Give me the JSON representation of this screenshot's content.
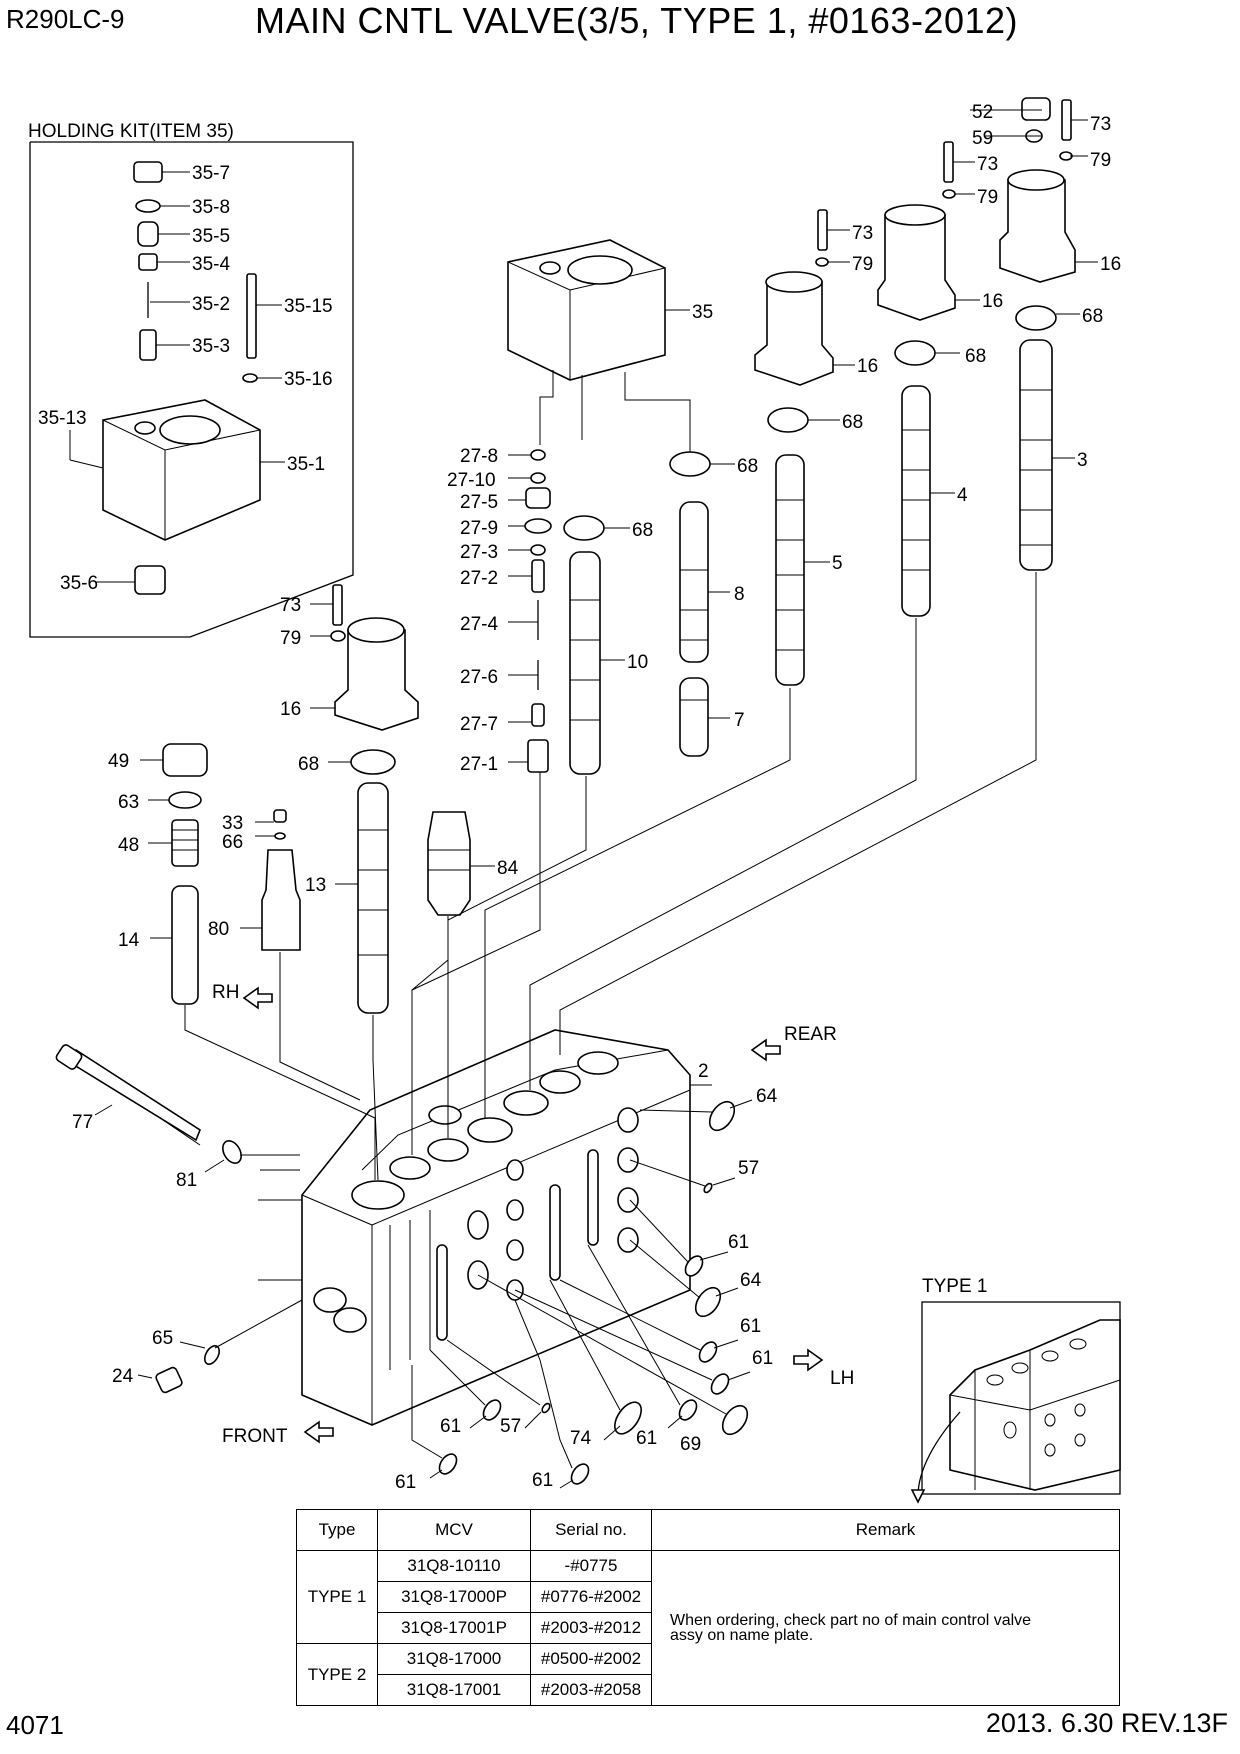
{
  "header": {
    "model": "R290LC-9",
    "title": "MAIN CNTL VALVE(3/5, TYPE 1, #0163-2012)"
  },
  "footer": {
    "page_number": "4071",
    "revision": "2013. 6.30  REV.13F"
  },
  "holding_kit": {
    "title": "HOLDING KIT(ITEM 35)",
    "labels": [
      "35-7",
      "35-8",
      "35-5",
      "35-4",
      "35-2",
      "35-15",
      "35-3",
      "35-16",
      "35-13",
      "35-1",
      "35-6"
    ]
  },
  "callouts": {
    "c52": "52",
    "c59": "59",
    "c73a": "73",
    "c79a": "79",
    "c73b": "73",
    "c79b": "79",
    "c16a": "16",
    "c73c": "73",
    "c79c": "79",
    "c16b": "16",
    "c68a": "68",
    "c16c": "16",
    "c68b": "68",
    "c68c": "68",
    "c3": "3",
    "c4": "4",
    "c5": "5",
    "c35": "35",
    "c68d": "68",
    "c68e": "68",
    "c278": "27-8",
    "c2710": "27-10",
    "c275": "27-5",
    "c279": "27-9",
    "c273": "27-3",
    "c272": "27-2",
    "c274": "27-4",
    "c276": "27-6",
    "c277": "27-7",
    "c271": "27-1",
    "c8": "8",
    "c7": "7",
    "c10": "10",
    "c73d": "73",
    "c79d": "79",
    "c16d": "16",
    "c68f": "68",
    "c13": "13",
    "c84": "84",
    "c49": "49",
    "c63": "63",
    "c33": "33",
    "c66": "66",
    "c48": "48",
    "c80": "80",
    "c14": "14",
    "c77": "77",
    "c81": "81",
    "c2": "2",
    "c64a": "64",
    "c57a": "57",
    "c61a": "61",
    "c64b": "64",
    "c61b": "61",
    "c61c": "61",
    "c65": "65",
    "c24": "24",
    "c61d": "61",
    "c57b": "57",
    "c74": "74",
    "c61e": "61",
    "c69": "69",
    "c61f": "61",
    "c61g": "61"
  },
  "directions": {
    "rh": "RH",
    "rear": "REAR",
    "lh": "LH",
    "front": "FRONT"
  },
  "inset": {
    "title": "TYPE 1"
  },
  "table": {
    "headers": [
      "Type",
      "MCV",
      "Serial no.",
      "Remark"
    ],
    "groups": [
      {
        "type": "TYPE 1",
        "rows": [
          {
            "mcv": "31Q8-10110",
            "serial": "-#0775"
          },
          {
            "mcv": "31Q8-17000P",
            "serial": "#0776-#2002"
          },
          {
            "mcv": "31Q8-17001P",
            "serial": "#2003-#2012"
          }
        ]
      },
      {
        "type": "TYPE 2",
        "rows": [
          {
            "mcv": "31Q8-17000",
            "serial": "#0500-#2002"
          },
          {
            "mcv": "31Q8-17001",
            "serial": "#2003-#2058"
          }
        ]
      }
    ],
    "remark_line1": "When ordering, check part no of main control valve",
    "remark_line2": "assy on name plate."
  }
}
